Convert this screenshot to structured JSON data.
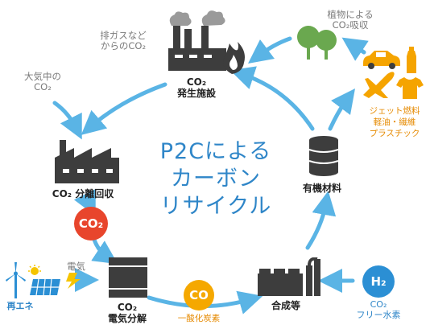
{
  "title_lines": [
    "P2Cによる",
    "カーボン",
    "リサイクル"
  ],
  "nodes": {
    "emission": {
      "label": "CO₂\n発生施設"
    },
    "capture": {
      "label": "CO₂ 分離回収"
    },
    "electrolysis": {
      "label": "CO₂\n電気分解"
    },
    "synthesis": {
      "label": "合成等"
    },
    "materials": {
      "label": "有機材料"
    },
    "products": {
      "label": "ジェット燃料\n軽油・繊維\nプラスチック"
    },
    "renewable": {
      "label": "再エネ"
    }
  },
  "annotations": {
    "plants": "植物による\nCO₂吸収",
    "exhaust": "排ガスなど\nからのCO₂",
    "atmosphere": "大気中の\nCO₂",
    "electricity": "電気",
    "co_desc": "一酸化炭素",
    "h2_desc": "CO₂\nフリー水素"
  },
  "badges": {
    "co2": "CO₂",
    "co": "CO",
    "h2": "H₂"
  },
  "colors": {
    "arrow": "#5ab4e5",
    "dark_icon": "#3d3d3d",
    "red": "#e8452c",
    "co_yellow": "#f5a800",
    "h2_blue": "#2b8fd4",
    "orange": "#f5a400",
    "green": "#6aa84f",
    "title": "#2f86c8"
  },
  "icons": [
    "factory-fire-icon",
    "tree-icon",
    "car-icon",
    "bottle-icon",
    "airplane-icon",
    "tshirt-icon",
    "factory-icon",
    "wind-turbine-icon",
    "solar-panel-icon",
    "lightning-icon",
    "electrolyzer-icon",
    "barrel-icon",
    "synthesis-plant-icon"
  ]
}
